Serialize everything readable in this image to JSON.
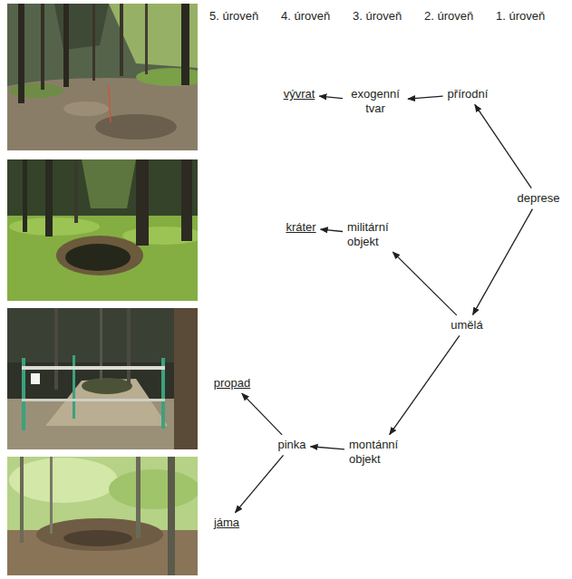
{
  "diagram": {
    "nodes": [
      {
        "text": [
          "vývrat"
        ]
      },
      {
        "text": [
          "exogenní tvar"
        ]
      },
      {
        "text": [
          "přírodní"
        ]
      },
      {
        "text": [
          "deprese"
        ]
      },
      {
        "text": [
          "kráter"
        ]
      },
      {
        "text": [
          "militární objekt"
        ]
      },
      {
        "text": [
          "umělá"
        ]
      },
      {
        "text": [
          "propad"
        ]
      },
      {
        "text": [
          "pinka"
        ]
      },
      {
        "text": [
          "montánní objekt"
        ]
      },
      {
        "text": [
          "jáma"
        ]
      }
    ],
    "edges": [
      {
        "from": 2,
        "to": 1,
        "arrow": "to"
      },
      {
        "from": 1,
        "to": 0,
        "arrow": "to"
      },
      {
        "from": 3,
        "to": 2,
        "arrow": "to"
      },
      {
        "from": 3,
        "to": 6,
        "arrow": "to"
      },
      {
        "from": 6,
        "to": 5,
        "arrow": "to"
      },
      {
        "from": 5,
        "to": 4,
        "arrow": "to"
      },
      {
        "from": 6,
        "to": 9,
        "arrow": "to"
      },
      {
        "from": 9,
        "to": 8,
        "arrow": "to"
      },
      {
        "from": 8,
        "to": 7,
        "arrow": "to"
      },
      {
        "from": 8,
        "to": 10,
        "arrow": "to"
      }
    ],
    "labels": [
      "5. úroveň",
      "4. úroveň",
      "3. úroveň",
      "2. úroveň",
      "1. úroveň"
    ]
  }
}
